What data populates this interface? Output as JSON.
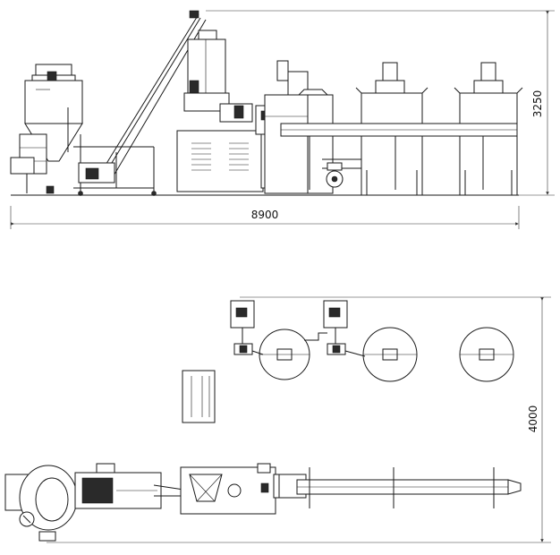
{
  "dimensions": {
    "side_view_length": "8900",
    "side_view_height": "3250",
    "top_view_depth": "4000"
  }
}
